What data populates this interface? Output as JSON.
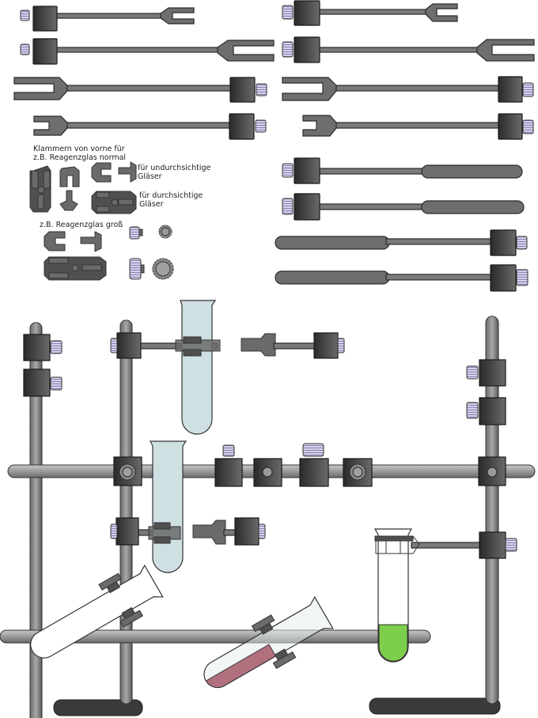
{
  "labels": {
    "front_view_line1": "Klammern von vorne für",
    "front_view_line2": "z.B. Reagenzglas normal",
    "opaque_line1": "für undurchsichtige",
    "opaque_line2": "Gläser",
    "transparent_line1": "für durchsichtige",
    "transparent_line2": "Gläser",
    "large_tube": "z.B. Reagenzglas groß"
  },
  "colors": {
    "rod": "#7a7a7a",
    "block_dark": "#2e2e2e",
    "knob": "#cfc8e8",
    "tube_glass_blue": "#cfe0e3",
    "liquid_red": "#b0707e",
    "liquid_green": "#7ccf4a"
  }
}
